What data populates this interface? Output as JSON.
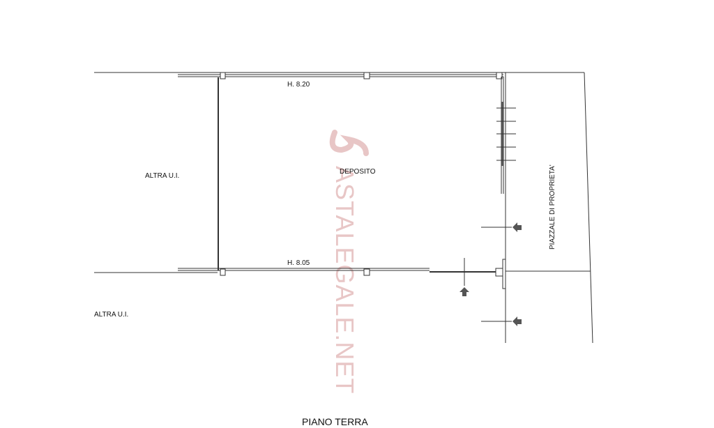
{
  "labels": {
    "height_top": "H. 8.20",
    "height_bottom": "H. 8.05",
    "room": "DEPOSITO",
    "neighbor_upper": "ALTRA U.I.",
    "neighbor_lower": "ALTRA U.I.",
    "yard": "PIAZZALE DI PROPRIETA'",
    "floor_title": "PIANO TERRA"
  },
  "watermark": "ASTALEGALE.NET",
  "colors": {
    "lines": "#333333",
    "watermark": "#e8c6c6"
  }
}
